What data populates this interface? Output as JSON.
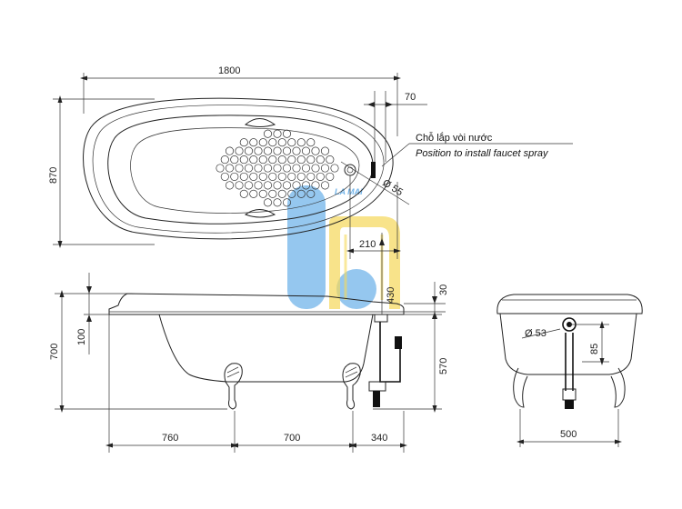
{
  "dimensions": {
    "top_length": "1800",
    "top_width": "870",
    "faucet_offset": "70",
    "faucet_diameter": "Ø 55",
    "faucet_center": "210",
    "side_drain_height": "430",
    "side_rim": "30",
    "side_height": "700",
    "side_lip": "100",
    "side_inner_height": "570",
    "side_foot_left": "760",
    "side_foot_spacing": "700",
    "side_foot_right": "340",
    "end_drain_diameter": "Ø 53",
    "end_drain_height": "85",
    "end_width": "500"
  },
  "note": {
    "vn": "Chỗ lắp vòi nước",
    "en": "Position to install faucet spray"
  },
  "watermark": {
    "text": "LA MAI",
    "colors": {
      "blue": "#5aa7e6",
      "yellow": "#f3d23c"
    }
  }
}
